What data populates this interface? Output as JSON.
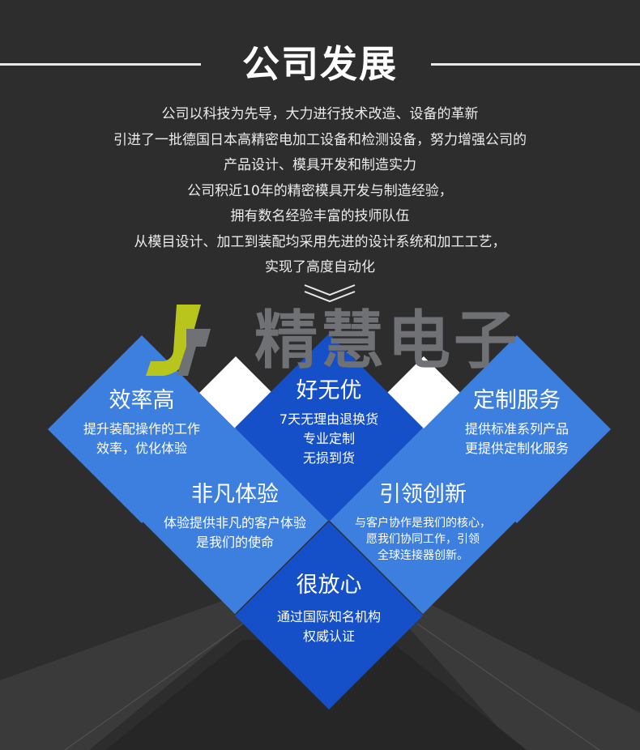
{
  "colors": {
    "background": "#2d2d2d",
    "diamond_dark": "#1550c8",
    "diamond_light": "#3d7fdf",
    "diamond_white": "#ffffff",
    "logo_accent": "#b7c51d",
    "logo_text": "#6f7175"
  },
  "header": {
    "title": "公司发展"
  },
  "intro": {
    "lines": [
      "公司以科技为先导，大力进行技术改造、设备的革新",
      "引进了一批德国日本高精密电加工设备和检测设备，努力增强公司的",
      "产品设计、模具开发和制造实力",
      "公司积近10年的精密模具开发与制造经验，",
      "拥有数名经验丰富的技师队伍",
      "从模目设计、加工到装配均采用先进的设计系统和加工工艺，",
      "实现了高度自动化"
    ]
  },
  "logo": {
    "text": "精慧电子",
    "icon": "jh-logo-icon"
  },
  "cards": [
    {
      "title": "效率高",
      "lines": [
        "提升装配操作的工作",
        "效率，优化体验"
      ]
    },
    {
      "title": "好无优",
      "lines": [
        "7天无理由退换货",
        "专业定制",
        "无损到货"
      ]
    },
    {
      "title": "定制服务",
      "lines": [
        "提供标准系列产品",
        "更提供定制化服务"
      ]
    },
    {
      "title": "非凡体验",
      "lines": [
        "体验提供非凡的客户体验",
        "是我们的使命"
      ]
    },
    {
      "title": "引领创新",
      "lines": [
        "与客户协作是我们的核心，",
        "愿我们协同工作，引领",
        "全球连接器创新。"
      ]
    },
    {
      "title": "很放心",
      "lines": [
        "通过国际知名机构",
        "权威认证"
      ]
    }
  ]
}
